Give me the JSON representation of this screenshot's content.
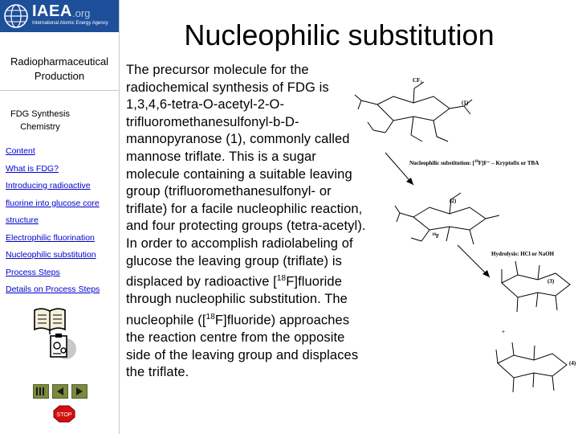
{
  "sidebar": {
    "logo": {
      "name": "IAEA",
      "org": ".org",
      "subtitle": "International Atomic Energy Agency"
    },
    "title": "Radiopharmaceutical Production",
    "subtitle": "FDG Synthesis Chemistry",
    "nav_items": [
      {
        "label": "Content"
      },
      {
        "label": "What is FDG?"
      },
      {
        "label": "Introducing radioactive"
      },
      {
        "label": "fluorine into glucose core"
      },
      {
        "label": "structure"
      },
      {
        "label": "Electrophilic fluorination"
      },
      {
        "label": "Nucleophilic substitution"
      },
      {
        "label": "Process Steps"
      },
      {
        "label": "Details on Process Steps"
      }
    ],
    "stop_label": "STOP",
    "nav_button_color": "#7a8a3e"
  },
  "main": {
    "title": "Nucleophilic substitution",
    "paragraph": {
      "part1": "The precursor molecule for the radiochemical synthesis of FDG is 1,3,4,6-tetra-O-acetyl-2-O-trifluoromethanesulfonyl-b-D-mannopyranose (1), commonly called mannose triflate. This is a sugar molecule containing a suitable leaving group (trifluoromethanesulfonyl- or triflate) for a facile nucleophilic reaction, and four protecting groups (tetra-acetyl). In order to accomplish radiolabeling of glucose the leaving group (triflate) is displaced by radioactive [",
      "sup1": "18",
      "part2": "F]fluoride through nucleophilic substitution. The nucleophile ([",
      "sup2": "18",
      "part3": "F]fluoride) approaches  the reaction centre from the opposite side of the leaving group and displaces the triflate."
    },
    "scheme": {
      "label1": "(1)",
      "label2": "(2)",
      "label3": "(3)",
      "label4": "(4)",
      "cf3": "CF",
      "cf3_sub": "3",
      "step1_prefix": "Nucleophilic substitution: [",
      "step1_sup": "18",
      "step1_suffix": "F]F⁻ – Kryptofix or TBA",
      "step2": "Hydrolysis: HCl or NaOH",
      "f18": "F",
      "f18_sup": "18",
      "plus": "+"
    }
  }
}
